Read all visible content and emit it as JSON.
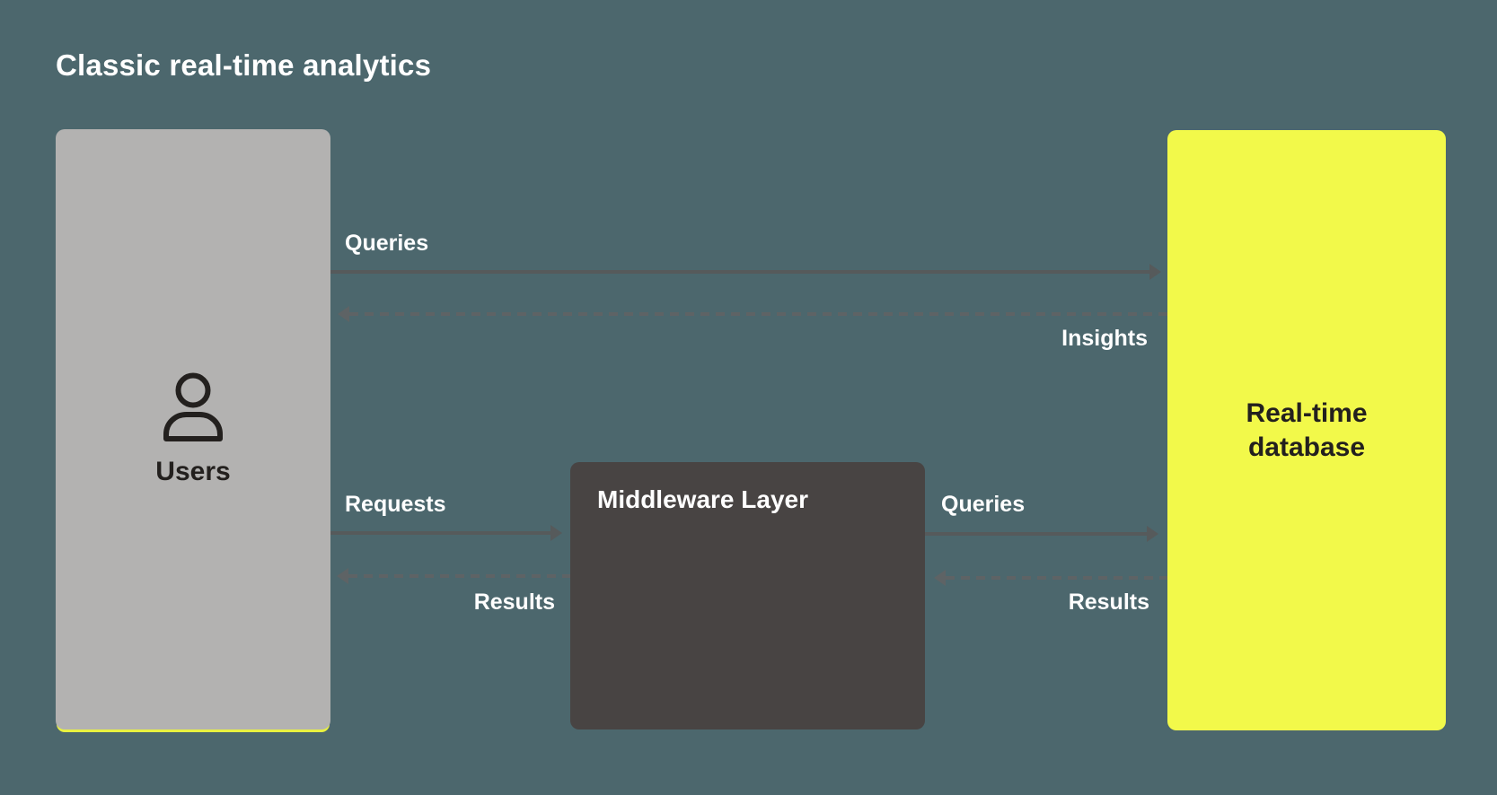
{
  "title": "Classic real-time analytics",
  "nodes": {
    "users": {
      "label": "Users",
      "icon": "person-icon"
    },
    "middleware": {
      "label": "Middleware Layer"
    },
    "database": {
      "label": "Real-time database"
    }
  },
  "edges": {
    "users_to_database": {
      "label": "Queries",
      "style": "solid",
      "direction": "right"
    },
    "database_to_users": {
      "label": "Insights",
      "style": "dashed",
      "direction": "left"
    },
    "users_to_middleware": {
      "label": "Requests",
      "style": "solid",
      "direction": "right"
    },
    "middleware_to_users": {
      "label": "Results",
      "style": "dashed",
      "direction": "left"
    },
    "middleware_to_database": {
      "label": "Queries",
      "style": "solid",
      "direction": "right"
    },
    "database_to_middleware": {
      "label": "Results",
      "style": "dashed",
      "direction": "left"
    }
  },
  "colors": {
    "background": "#4c676d",
    "users_box": "#b3b2b1",
    "middleware_box": "#484443",
    "database_box": "#f2f94a",
    "arrow_solid": "#565a5b",
    "arrow_dashed": "#5e6365",
    "label_text": "#ffffff",
    "dark_text": "#23201e",
    "users_shadow": "#e9f140"
  }
}
